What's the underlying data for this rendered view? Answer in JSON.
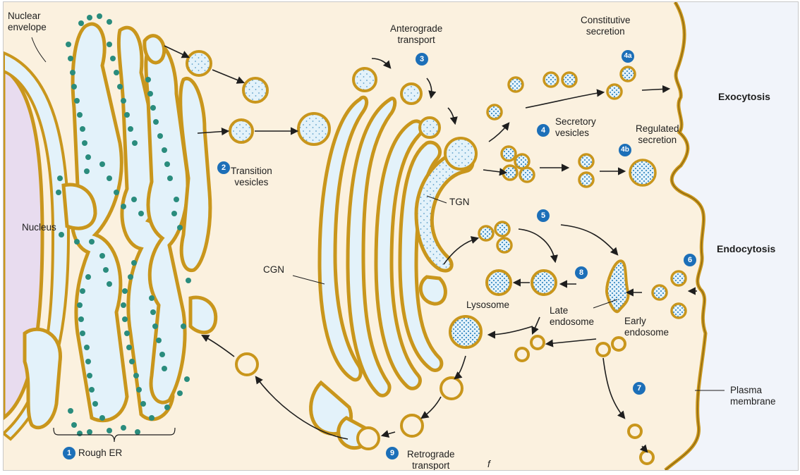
{
  "labels": {
    "nuclear_envelope": "Nuclear\nenvelope",
    "nucleus": "Nucleus",
    "rough_er": "Rough ER",
    "transition_vesicles": "Transition\nvesicles",
    "anterograde_transport": "Anterograde\ntransport",
    "cgn": "CGN",
    "tgn": "TGN",
    "constitutive_secretion": "Constitutive\nsecretion",
    "secretory_vesicles": "Secretory\nvesicles",
    "regulated_secretion": "Regulated\nsecretion",
    "exocytosis": "Exocytosis",
    "endocytosis": "Endocytosis",
    "lysosome": "Lysosome",
    "late_endosome": "Late\nendosome",
    "early_endosome": "Early\nendosome",
    "plasma_membrane": "Plasma\nmembrane",
    "retrograde_transport": "Retrograde\ntransport",
    "artifact_mark": "f"
  },
  "steps": {
    "s1": "1",
    "s2": "2",
    "s3": "3",
    "s4": "4",
    "s4a": "4a",
    "s4b": "4b",
    "s5": "5",
    "s6": "6",
    "s7": "7",
    "s8": "8",
    "s9": "9"
  },
  "colors": {
    "background": "#fbf1df",
    "extracellular": "#f1f4fa",
    "membrane_gold": "#c9961c",
    "lumen_blue": "#e3f2fa",
    "ribosome_green": "#2a8c7d",
    "badge_blue": "#1c6fb8"
  }
}
